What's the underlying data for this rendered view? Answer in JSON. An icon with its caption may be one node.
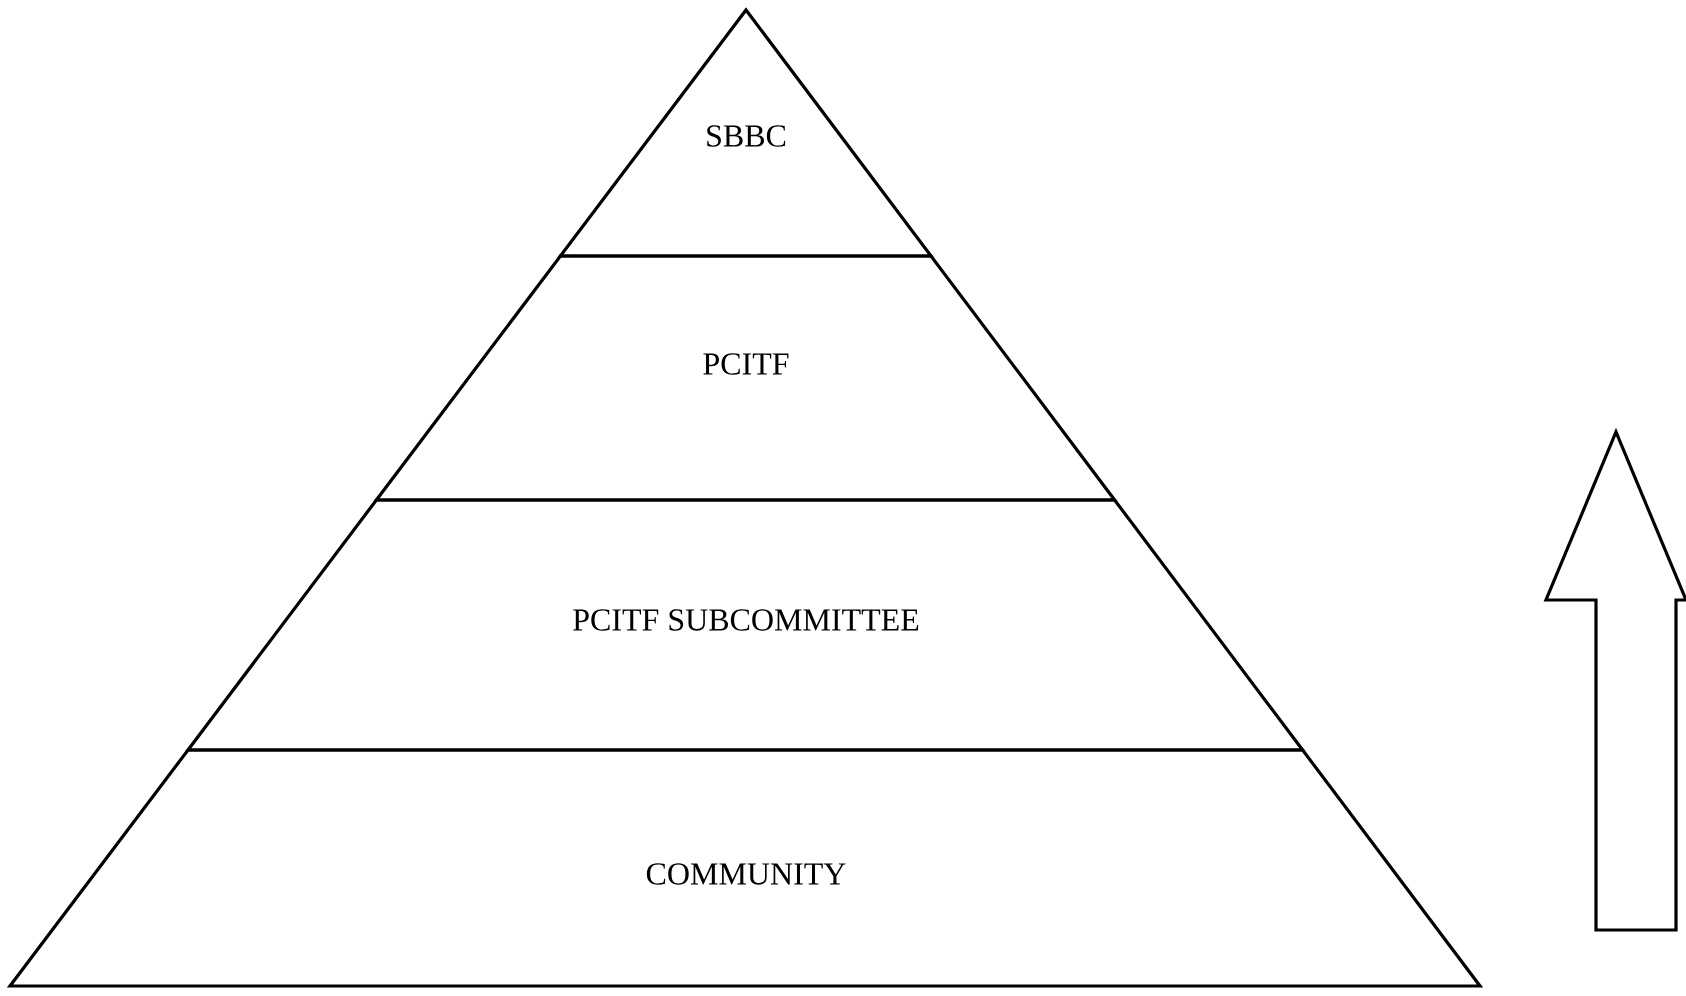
{
  "diagram": {
    "nodes": [
      {
        "text": [
          "SBBC"
        ]
      },
      {
        "text": [
          "PCITF"
        ]
      },
      {
        "text": [
          "PCITF SUBCOMMITTEE"
        ]
      },
      {
        "text": [
          "COMMUNITY"
        ]
      }
    ]
  }
}
